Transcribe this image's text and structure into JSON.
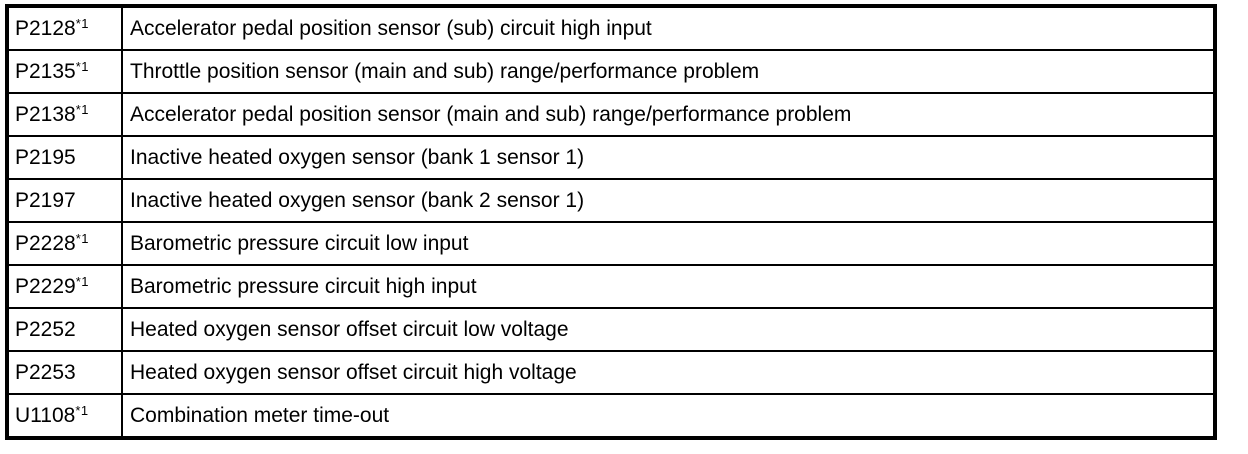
{
  "document": {
    "background_color": "#ffffff",
    "border_color": "#000000",
    "text_color": "#000000"
  },
  "table": {
    "title": "diagnostic-trouble-code-table",
    "columns": [
      "code",
      "description"
    ],
    "footnote_marker": "*1",
    "rows": [
      {
        "code": "P2128",
        "sup": "*1",
        "description": "Accelerator pedal position sensor (sub) circuit high input"
      },
      {
        "code": "P2135",
        "sup": "*1",
        "description": "Throttle position sensor (main and sub) range/performance problem"
      },
      {
        "code": "P2138",
        "sup": "*1",
        "description": "Accelerator pedal position sensor (main and sub) range/performance problem"
      },
      {
        "code": "P2195",
        "sup": "",
        "description": "Inactive heated oxygen sensor (bank 1 sensor 1)"
      },
      {
        "code": "P2197",
        "sup": "",
        "description": "Inactive heated oxygen sensor (bank 2 sensor 1)"
      },
      {
        "code": "P2228",
        "sup": "*1",
        "description": "Barometric pressure circuit low input"
      },
      {
        "code": "P2229",
        "sup": "*1",
        "description": "Barometric pressure circuit high input"
      },
      {
        "code": "P2252",
        "sup": "",
        "description": "Heated oxygen sensor offset circuit low voltage"
      },
      {
        "code": "P2253",
        "sup": "",
        "description": "Heated oxygen sensor offset circuit high voltage"
      },
      {
        "code": "U1108",
        "sup": "*1",
        "description": "Combination meter time-out"
      }
    ]
  }
}
